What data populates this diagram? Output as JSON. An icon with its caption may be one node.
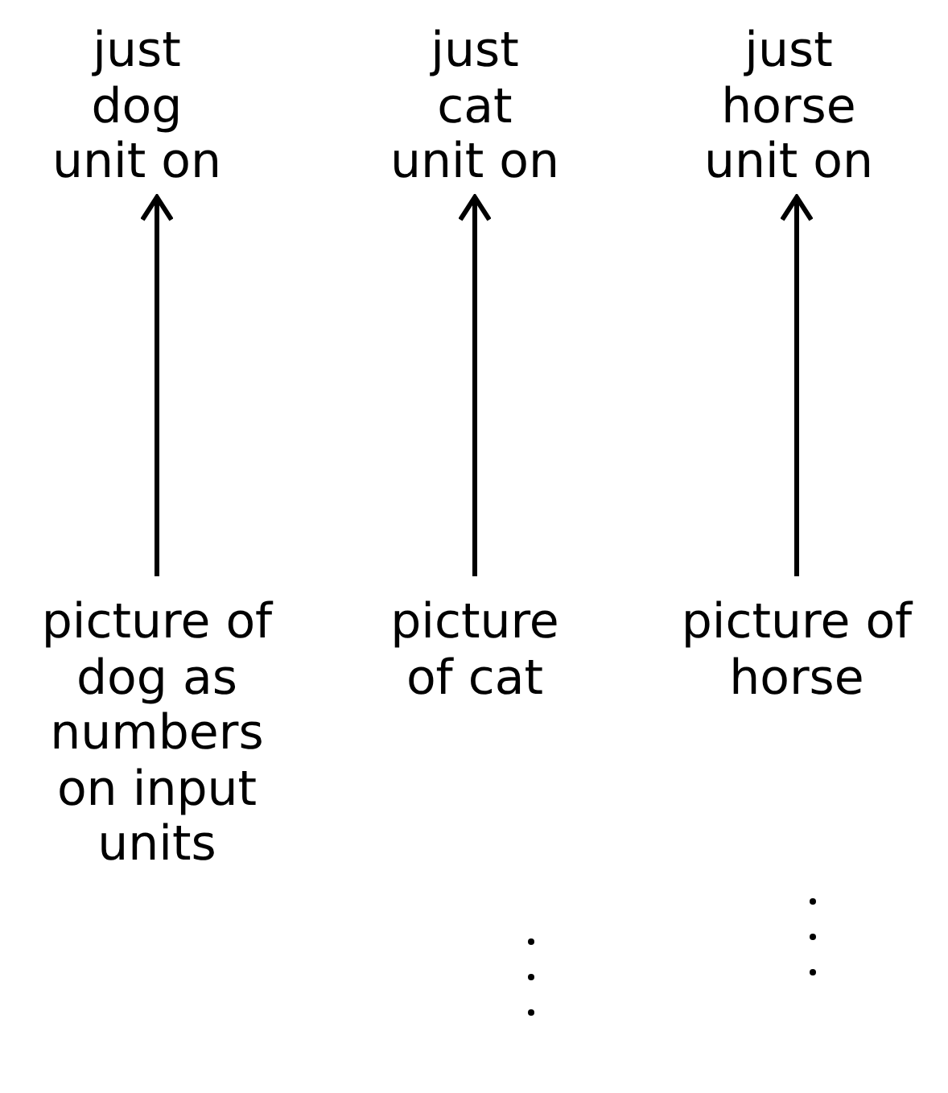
{
  "diagram": {
    "nodes": [
      {
        "text": [
          "just dog unit on"
        ]
      },
      {
        "text": [
          "just cat unit on"
        ]
      },
      {
        "text": [
          "just horse unit on"
        ]
      },
      {
        "text": [
          "picture of dog as numbers on input units"
        ]
      },
      {
        "text": [
          "picture of cat"
        ]
      },
      {
        "text": [
          "picture of horse"
        ]
      }
    ],
    "edges": [
      {
        "from": 3,
        "to": 0,
        "arrow": "to"
      },
      {
        "from": 4,
        "to": 1,
        "arrow": "to"
      },
      {
        "from": 5,
        "to": 2,
        "arrow": "to"
      }
    ]
  }
}
